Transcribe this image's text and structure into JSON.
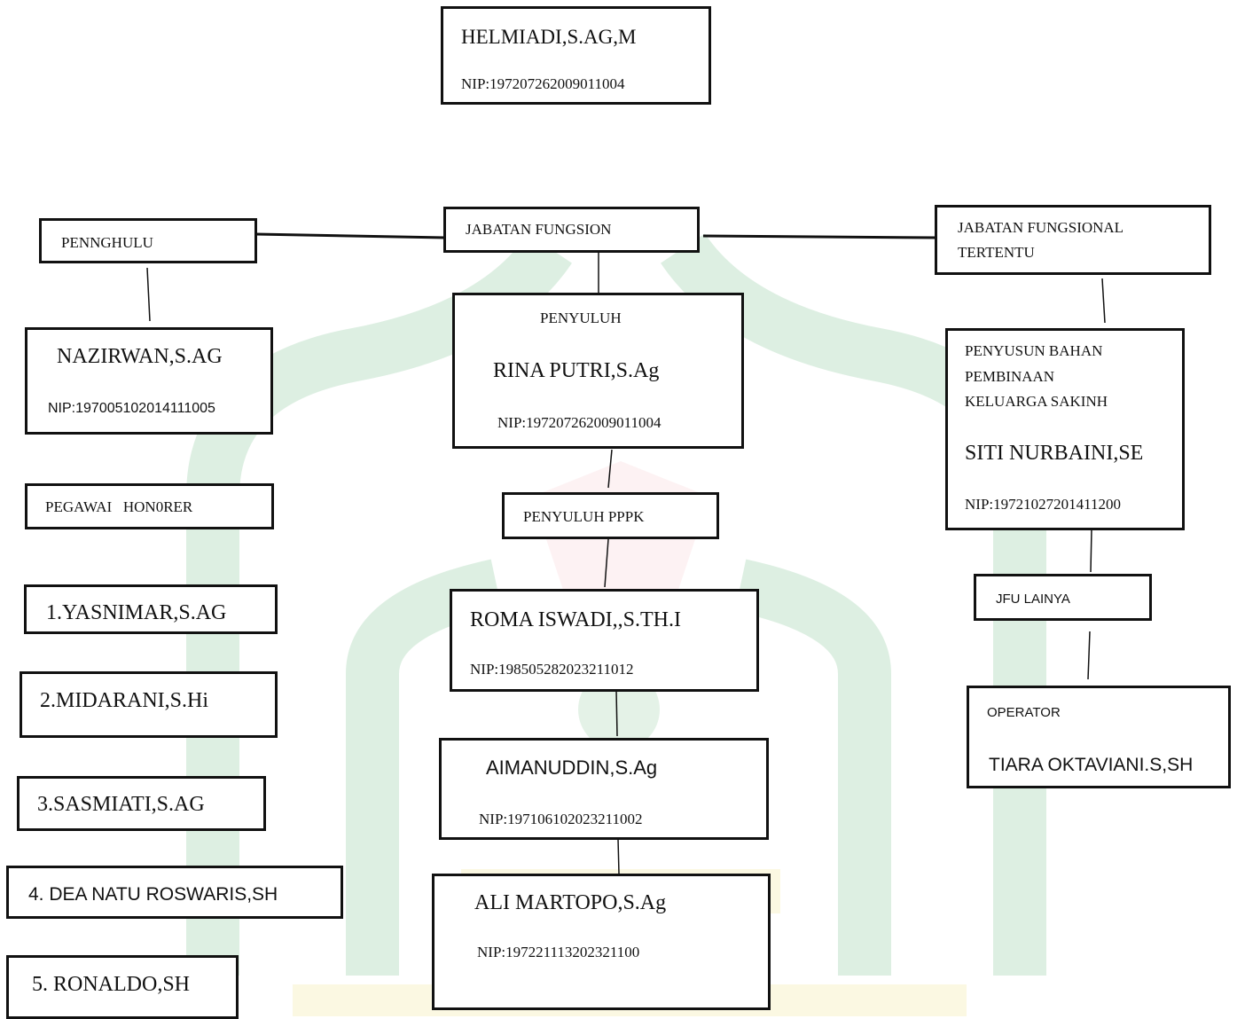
{
  "head": {
    "name": "HELMIADI,S.AG,M",
    "nip": "NIP:197207262009011004"
  },
  "categories": {
    "penghulu": "PENNGHULU",
    "jabatan_fungsion": "JABATAN FUNGSION",
    "jabatan_fungsional_tertentu_line1": "JABATAN FUNGSIONAL",
    "jabatan_fungsional_tertentu_line2": "TERTENTU",
    "pegawai_honorer": "PEGAWAI   HON0RER",
    "penyuluh_pppk": "PENYULUH PPPK",
    "jfu_lainya": "JFU LAINYA"
  },
  "penghulu_staff": {
    "name": "NAZIRWAN,S.AG",
    "nip": "NIP:197005102014111005"
  },
  "penyuluh": {
    "title": "PENYULUH",
    "name": "RINA PUTRI,S.Ag",
    "nip": "NIP:197207262009011004"
  },
  "penyusun": {
    "title_line1": "PENYUSUN BAHAN",
    "title_line2": "PEMBINAAN",
    "title_line3": "KELUARGA SAKINH",
    "name": "SITI NURBAINI,SE",
    "nip": "NIP:19721027201411200"
  },
  "pppk_staff": [
    {
      "name": "ROMA ISWADI,,S.TH.I",
      "nip": "NIP:198505282023211012"
    },
    {
      "name": "AIMANUDDIN,S.Ag",
      "nip": "NIP:197106102023211002"
    },
    {
      "name": "ALI MARTOPO,S.Ag",
      "nip": "NIP:197221113202321100"
    }
  ],
  "operator": {
    "title": "OPERATOR",
    "name": "TIARA OKTAVIANI.S,SH"
  },
  "honorer": [
    "1.YASNIMAR,S.AG",
    "2.MIDARANI,S.Hi",
    "3.SASMIATI,S.AG",
    "4. DEA NATU ROSWARIS,SH",
    "5. RONALDO,SH"
  ],
  "colors": {
    "watermark_green": "#2e9b48",
    "watermark_yellow": "#e6cf3a",
    "line": "#111111"
  }
}
